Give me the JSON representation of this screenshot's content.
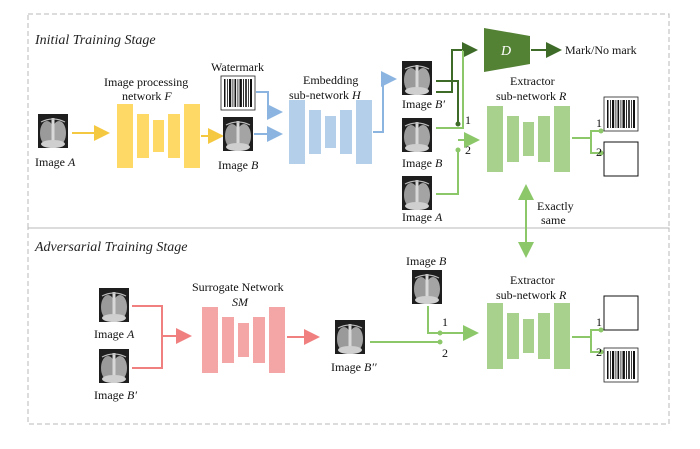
{
  "stages": {
    "initial": "Initial Training Stage",
    "adversarial": "Adversarial Training Stage"
  },
  "labels": {
    "image_a": "Image ",
    "image_a_var": "A",
    "image_b": "Image ",
    "image_b_var": "B",
    "image_b_prime": "B′",
    "image_b_dprime": "B′′",
    "watermark": "Watermark",
    "proc_net_line1": "Image processing",
    "proc_net_line2": "network ",
    "proc_net_var": "F",
    "embed_line1": "Embedding",
    "embed_line2": "sub-network ",
    "embed_var": "H",
    "extractor_line1": "Extractor",
    "extractor_line2": "sub-network ",
    "extractor_var": "R",
    "discriminator": "D",
    "mark_no_mark": "Mark/No mark",
    "exactly": "Exactly",
    "same": "same",
    "surrogate_line1": "Surrogate Network",
    "surrogate_var": "SM",
    "port_1": "1",
    "port_2": "2"
  },
  "colors": {
    "processing": "#FFD54F",
    "embedding": "#A9C8E8",
    "extractor": "#A9D18E",
    "surrogate": "#F4A0A0",
    "discriminator": "#548235",
    "border": "#B0B0B0"
  }
}
